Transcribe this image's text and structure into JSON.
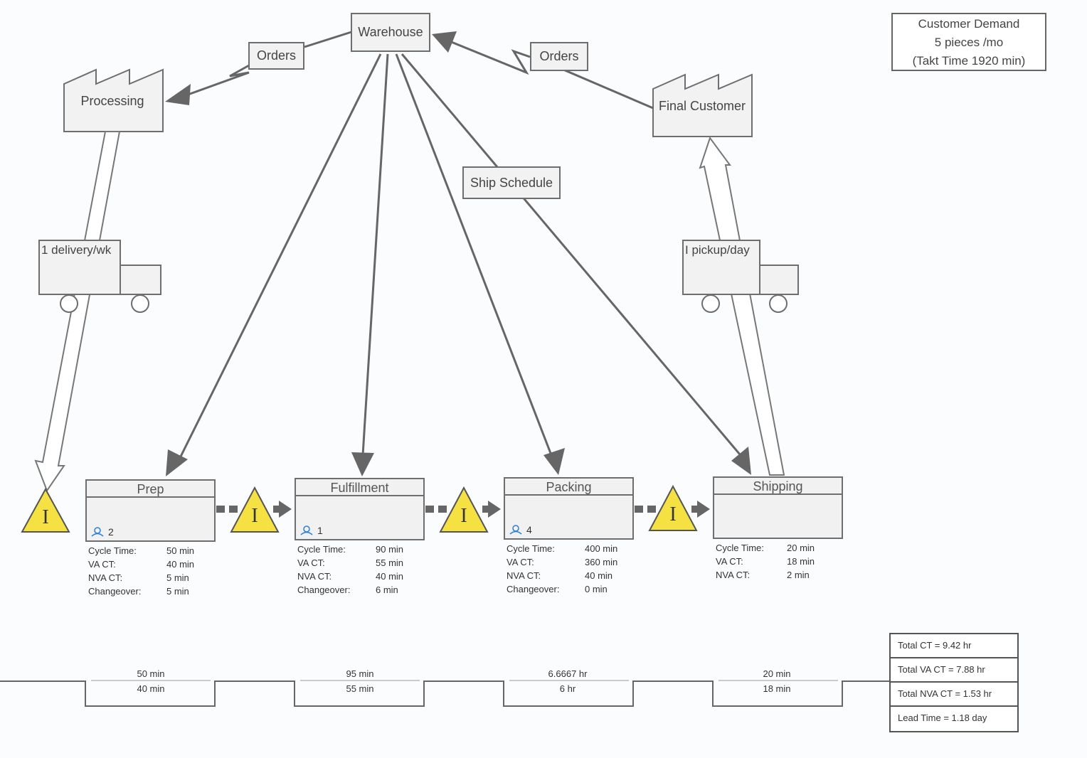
{
  "customer_demand": {
    "line1": "Customer Demand",
    "line2": "5 pieces /mo",
    "line3": "(Takt Time 1920 min)"
  },
  "warehouse": "Warehouse",
  "processing": "Processing",
  "final_customer": "Final Customer",
  "orders_left": "Orders",
  "orders_right": "Orders",
  "ship_schedule": "Ship Schedule",
  "truck_left": "1 delivery/wk",
  "truck_right": "I pickup/day",
  "inventory_glyph": "I",
  "processes": [
    {
      "name": "Prep",
      "operators": "2",
      "stats": [
        {
          "label": "Cycle Time:",
          "value": "50 min"
        },
        {
          "label": "VA CT:",
          "value": "40 min"
        },
        {
          "label": "NVA CT:",
          "value": "5 min"
        },
        {
          "label": "Changeover:",
          "value": "5 min"
        }
      ]
    },
    {
      "name": "Fulfillment",
      "operators": "1",
      "stats": [
        {
          "label": "Cycle Time:",
          "value": "90 min"
        },
        {
          "label": "VA CT:",
          "value": "55 min"
        },
        {
          "label": "NVA CT:",
          "value": "40 min"
        },
        {
          "label": "Changeover:",
          "value": "6 min"
        }
      ]
    },
    {
      "name": "Packing",
      "operators": "4",
      "stats": [
        {
          "label": "Cycle Time:",
          "value": "400 min"
        },
        {
          "label": "VA CT:",
          "value": "360 min"
        },
        {
          "label": "NVA CT:",
          "value": "40 min"
        },
        {
          "label": "Changeover:",
          "value": "0 min"
        }
      ]
    },
    {
      "name": "Shipping",
      "operators": "",
      "stats": [
        {
          "label": "Cycle Time:",
          "value": "20 min"
        },
        {
          "label": "VA CT:",
          "value": "18 min"
        },
        {
          "label": "NVA CT:",
          "value": "2 min"
        }
      ]
    }
  ],
  "timeline": [
    {
      "top": "50 min",
      "bottom": "40 min"
    },
    {
      "top": "95 min",
      "bottom": "55 min"
    },
    {
      "top": "6.6667 hr",
      "bottom": "6 hr"
    },
    {
      "top": "20 min",
      "bottom": "18 min"
    }
  ],
  "summary": [
    "Total CT = 9.42 hr",
    "Total VA CT = 7.88 hr",
    "Total NVA CT = 1.53 hr",
    "Lead Time = 1.18 day"
  ],
  "colors": {
    "inventory_fill": "#f5e142",
    "arrow": "#666666",
    "box_fill": "#f2f2f2",
    "operator_icon": "#2a7fd4"
  }
}
